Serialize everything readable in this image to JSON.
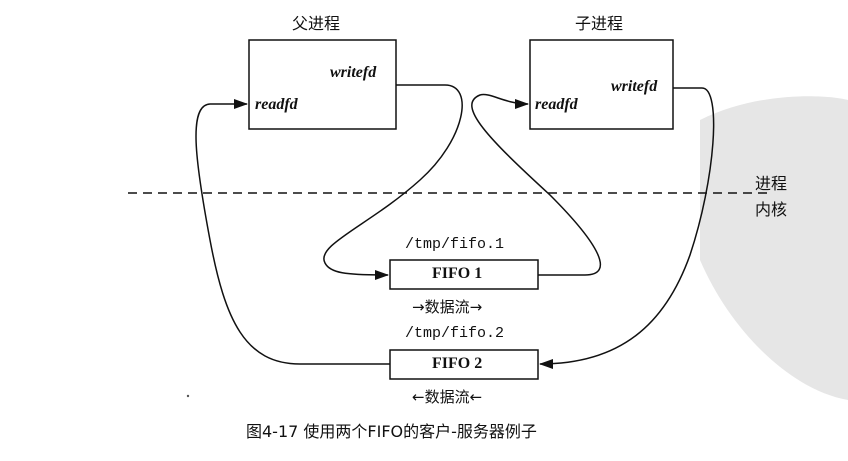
{
  "labels": {
    "parent": "父进程",
    "child": "子进程",
    "readfd": "readfd",
    "writefd": "writefd",
    "process_zone": "进程",
    "kernel_zone": "内核",
    "fifo1_path": "/tmp/fifo.1",
    "fifo1": "FIFO 1",
    "fifo2_path": "/tmp/fifo.2",
    "fifo2": "FIFO 2",
    "flow1": "→数据流→",
    "flow2": "←数据流←",
    "caption": "图4-17   使用两个FIFO的客户-服务器例子"
  },
  "colors": {
    "ink": "#111111",
    "watermark": "#e6e6e6"
  }
}
